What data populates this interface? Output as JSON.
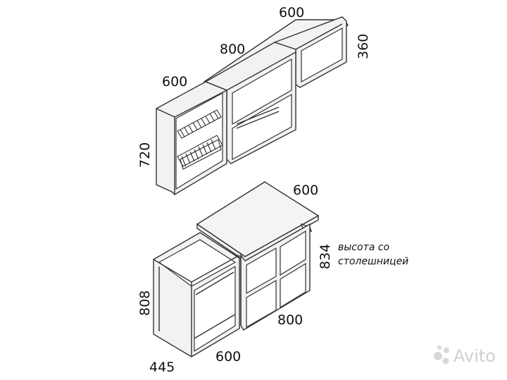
{
  "dimensions": {
    "wall_hanging_width_600": "600",
    "wall_middle_width_800": "800",
    "wall_top_width_600": "600",
    "wall_top_height_360": "360",
    "wall_height_720": "720",
    "table_top_width_600": "600",
    "table_height_834": "834",
    "base_height_808": "808",
    "base_depth_445": "445",
    "base_width_600": "600",
    "base_width_800": "800"
  },
  "notes": {
    "height_note_line1": "высота со",
    "height_note_line2": "столешницей"
  },
  "watermark": {
    "brand": "Avito"
  }
}
